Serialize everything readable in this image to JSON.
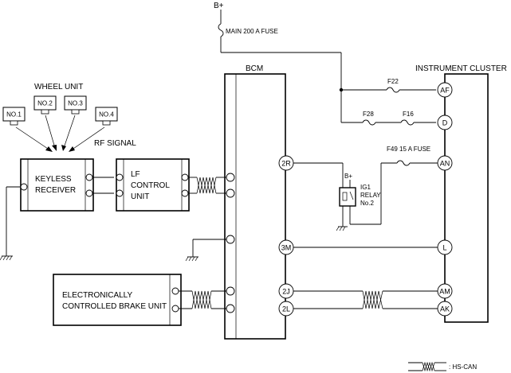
{
  "power": {
    "battery_label": "B+",
    "main_fuse_label": "MAIN 200 A FUSE",
    "relay_supply_label": "B+"
  },
  "components": {
    "bcm": "BCM",
    "instrument_cluster": "INSTRUMENT CLUSTER",
    "wheel_unit": "WHEEL UNIT",
    "wheel_units": [
      "NO.1",
      "NO.2",
      "NO.3",
      "NO.4"
    ],
    "rf_signal": "RF SIGNAL",
    "keyless_receiver": [
      "KEYLESS",
      "RECEIVER"
    ],
    "lf_control_unit": [
      "LF",
      "CONTROL",
      "UNIT"
    ],
    "brake_unit": [
      "ELECTRONICALLY",
      "CONTROLLED BRAKE UNIT"
    ],
    "relay": [
      "IG1",
      "RELAY",
      "No.2"
    ]
  },
  "fuses": {
    "f22": "F22",
    "f28": "F28",
    "f16": "F16",
    "f49": "F49 15 A FUSE"
  },
  "pins": {
    "bcm": [
      "2R",
      "3M",
      "2J",
      "2L"
    ],
    "cluster": [
      "AF",
      "D",
      "AN",
      "L",
      "AM",
      "AK"
    ]
  },
  "legend": {
    "label": ": HS-CAN"
  }
}
